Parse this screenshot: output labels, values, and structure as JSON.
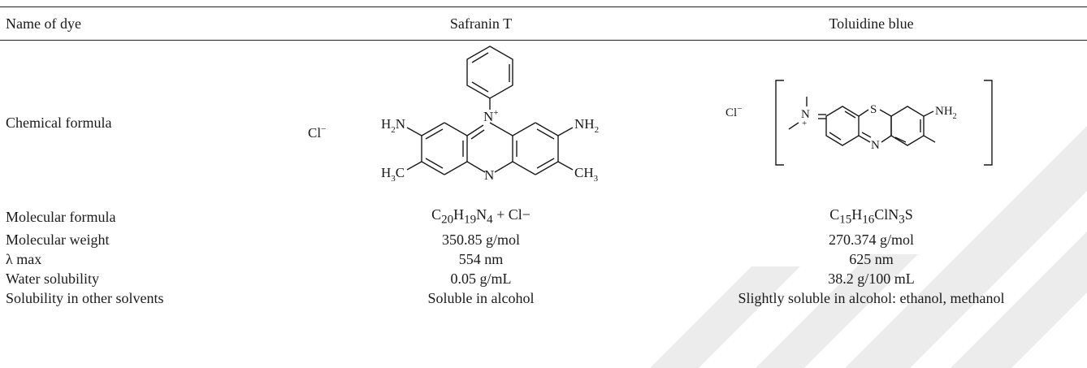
{
  "table": {
    "headers": [
      "Name of dye",
      "Safranin T",
      "Toluidine blue"
    ],
    "rows": [
      {
        "label": "Chemical formula",
        "a": "",
        "b": ""
      },
      {
        "label": "Molecular formula",
        "a": "C20H19N4 + Cl−",
        "b": "C15H16ClN3S"
      },
      {
        "label": "Molecular weight",
        "a": "350.85 g/mol",
        "b": "270.374 g/mol"
      },
      {
        "label": "λ max",
        "a": "554 nm",
        "b": "625 nm"
      },
      {
        "label": "Water solubility",
        "a": "0.05 g/mL",
        "b": "38.2 g/100 mL"
      },
      {
        "label": "Solubility in other solvents",
        "a": "Soluble in alcohol",
        "b": "Slightly soluble in alcohol: ethanol, methanol"
      }
    ]
  },
  "molecular_formula": {
    "safranin": {
      "c": "C",
      "c_sub": "20",
      "h": "H",
      "h_sub": "19",
      "n": "N",
      "n_sub": "4",
      "tail": " + Cl−"
    },
    "toluidine": {
      "c": "C",
      "c_sub": "15",
      "h": "H",
      "h_sub": "16",
      "rest1": "ClN",
      "n_sub": "3",
      "rest2": "S"
    }
  },
  "structures": {
    "safranin": {
      "cl": "Cl",
      "cl_charge": "−",
      "n_plus": "N",
      "plus": "+",
      "n_ring": "N",
      "h2n": "H",
      "h2n_sub": "2",
      "h2n_tail": "N",
      "nh2": "NH",
      "nh2_sub": "2",
      "h3c": "H",
      "h3c_sub": "3",
      "h3c_tail": "C",
      "ch3": "CH",
      "ch3_sub": "3"
    },
    "toluidine": {
      "cl": "Cl",
      "cl_charge": "−",
      "n_quat": "N",
      "plus": "+",
      "s": "S",
      "n_ring": "N",
      "nh2": "NH",
      "nh2_sub": "2"
    }
  },
  "watermark": {
    "color": "#ececec"
  }
}
